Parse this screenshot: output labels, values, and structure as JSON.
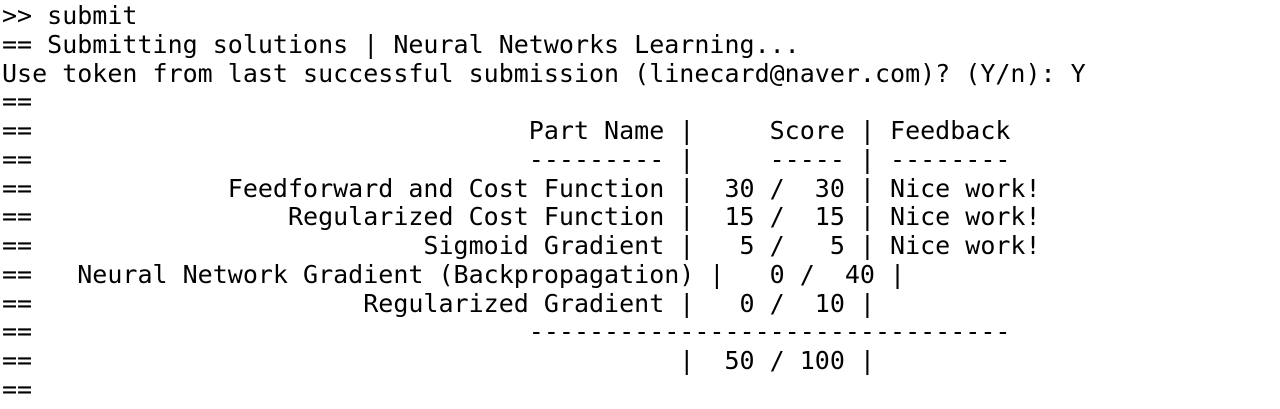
{
  "terminal": {
    "lines": [
      ">> submit",
      "== Submitting solutions | Neural Networks Learning...",
      "Use token from last successful submission (linecard@naver.com)? (Y/n): Y",
      "==",
      "==                                 Part Name |     Score | Feedback",
      "==                                 --------- |     ----- | --------",
      "==             Feedforward and Cost Function |  30 /  30 | Nice work!",
      "==                 Regularized Cost Function |  15 /  15 | Nice work!",
      "==                          Sigmoid Gradient |   5 /   5 | Nice work!",
      "==   Neural Network Gradient (Backpropagation) |   0 /  40 |",
      "==                      Regularized Gradient |   0 /  10 |",
      "==                                 --------------------------------",
      "==                                           |  50 / 100 |",
      "=="
    ]
  }
}
